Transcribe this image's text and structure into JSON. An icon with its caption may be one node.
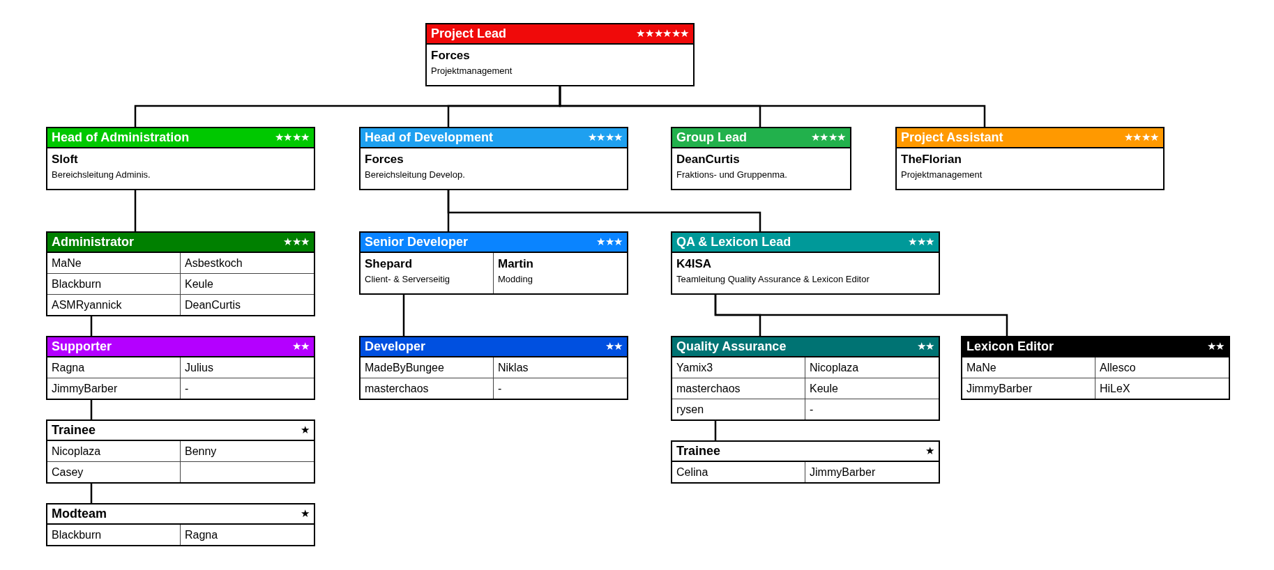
{
  "diagram": {
    "nodes": [
      {
        "text": [
          "Project Lead",
          "★★★★★★",
          "Forces",
          "Projektmanagement"
        ]
      },
      {
        "text": [
          "Head of Administration",
          "★★★★",
          "Sloft",
          "Bereichsleitung Adminis."
        ]
      },
      {
        "text": [
          "Head of Development",
          "★★★★",
          "Forces",
          "Bereichsleitung Develop."
        ]
      },
      {
        "text": [
          "Group Lead",
          "★★★★",
          "DeanCurtis",
          "Fraktions- und Gruppenma."
        ]
      },
      {
        "text": [
          "Project Assistant",
          "★★★★",
          "TheFlorian",
          "Projektmanagement"
        ]
      },
      {
        "text": [
          "Administrator",
          "★★★",
          "MaNe",
          "Asbestkoch",
          "Blackburn",
          "Keule",
          "ASMRyannick",
          "DeanCurtis"
        ]
      },
      {
        "text": [
          "Senior Developer",
          "★★★",
          "Shepard",
          "Client- & Serverseitig",
          "Martin",
          "Modding"
        ]
      },
      {
        "text": [
          "QA & Lexicon Lead",
          "★★★",
          "K4ISA",
          "Teamleitung Quality Assurance & Lexicon Editor"
        ]
      },
      {
        "text": [
          "Supporter",
          "★★",
          "Ragna",
          "Julius",
          "JimmyBarber",
          "-"
        ]
      },
      {
        "text": [
          "Developer",
          "★★",
          "MadeByBungee",
          "Niklas",
          "masterchaos",
          "-"
        ]
      },
      {
        "text": [
          "Quality Assurance",
          "★★",
          "Yamix3",
          "Nicoplaza",
          "masterchaos",
          "Keule",
          "rysen",
          "-"
        ]
      },
      {
        "text": [
          "Lexicon Editor",
          "★★",
          "MaNe",
          "Allesco",
          "JimmyBarber",
          "HiLeX"
        ]
      },
      {
        "text": [
          "Trainee",
          "★",
          "Nicoplaza",
          "Benny",
          "Casey"
        ]
      },
      {
        "text": [
          "Trainee",
          "★",
          "Celina",
          "JimmyBarber"
        ]
      },
      {
        "text": [
          "Modteam",
          "★",
          "Blackburn",
          "Ragna"
        ]
      }
    ],
    "edges": [
      {
        "from": 0,
        "to": 1,
        "arrow": "none"
      },
      {
        "from": 0,
        "to": 2,
        "arrow": "none"
      },
      {
        "from": 0,
        "to": 3,
        "arrow": "none"
      },
      {
        "from": 0,
        "to": 4,
        "arrow": "none"
      },
      {
        "from": 1,
        "to": 5,
        "arrow": "none"
      },
      {
        "from": 2,
        "to": 6,
        "arrow": "none"
      },
      {
        "from": 2,
        "to": 7,
        "arrow": "none"
      },
      {
        "from": 5,
        "to": 8,
        "arrow": "none"
      },
      {
        "from": 6,
        "to": 9,
        "arrow": "none"
      },
      {
        "from": 7,
        "to": 10,
        "arrow": "none"
      },
      {
        "from": 7,
        "to": 11,
        "arrow": "none"
      },
      {
        "from": 8,
        "to": 12,
        "arrow": "none"
      },
      {
        "from": 10,
        "to": 13,
        "arrow": "none"
      },
      {
        "from": 12,
        "to": 14,
        "arrow": "none"
      }
    ]
  }
}
